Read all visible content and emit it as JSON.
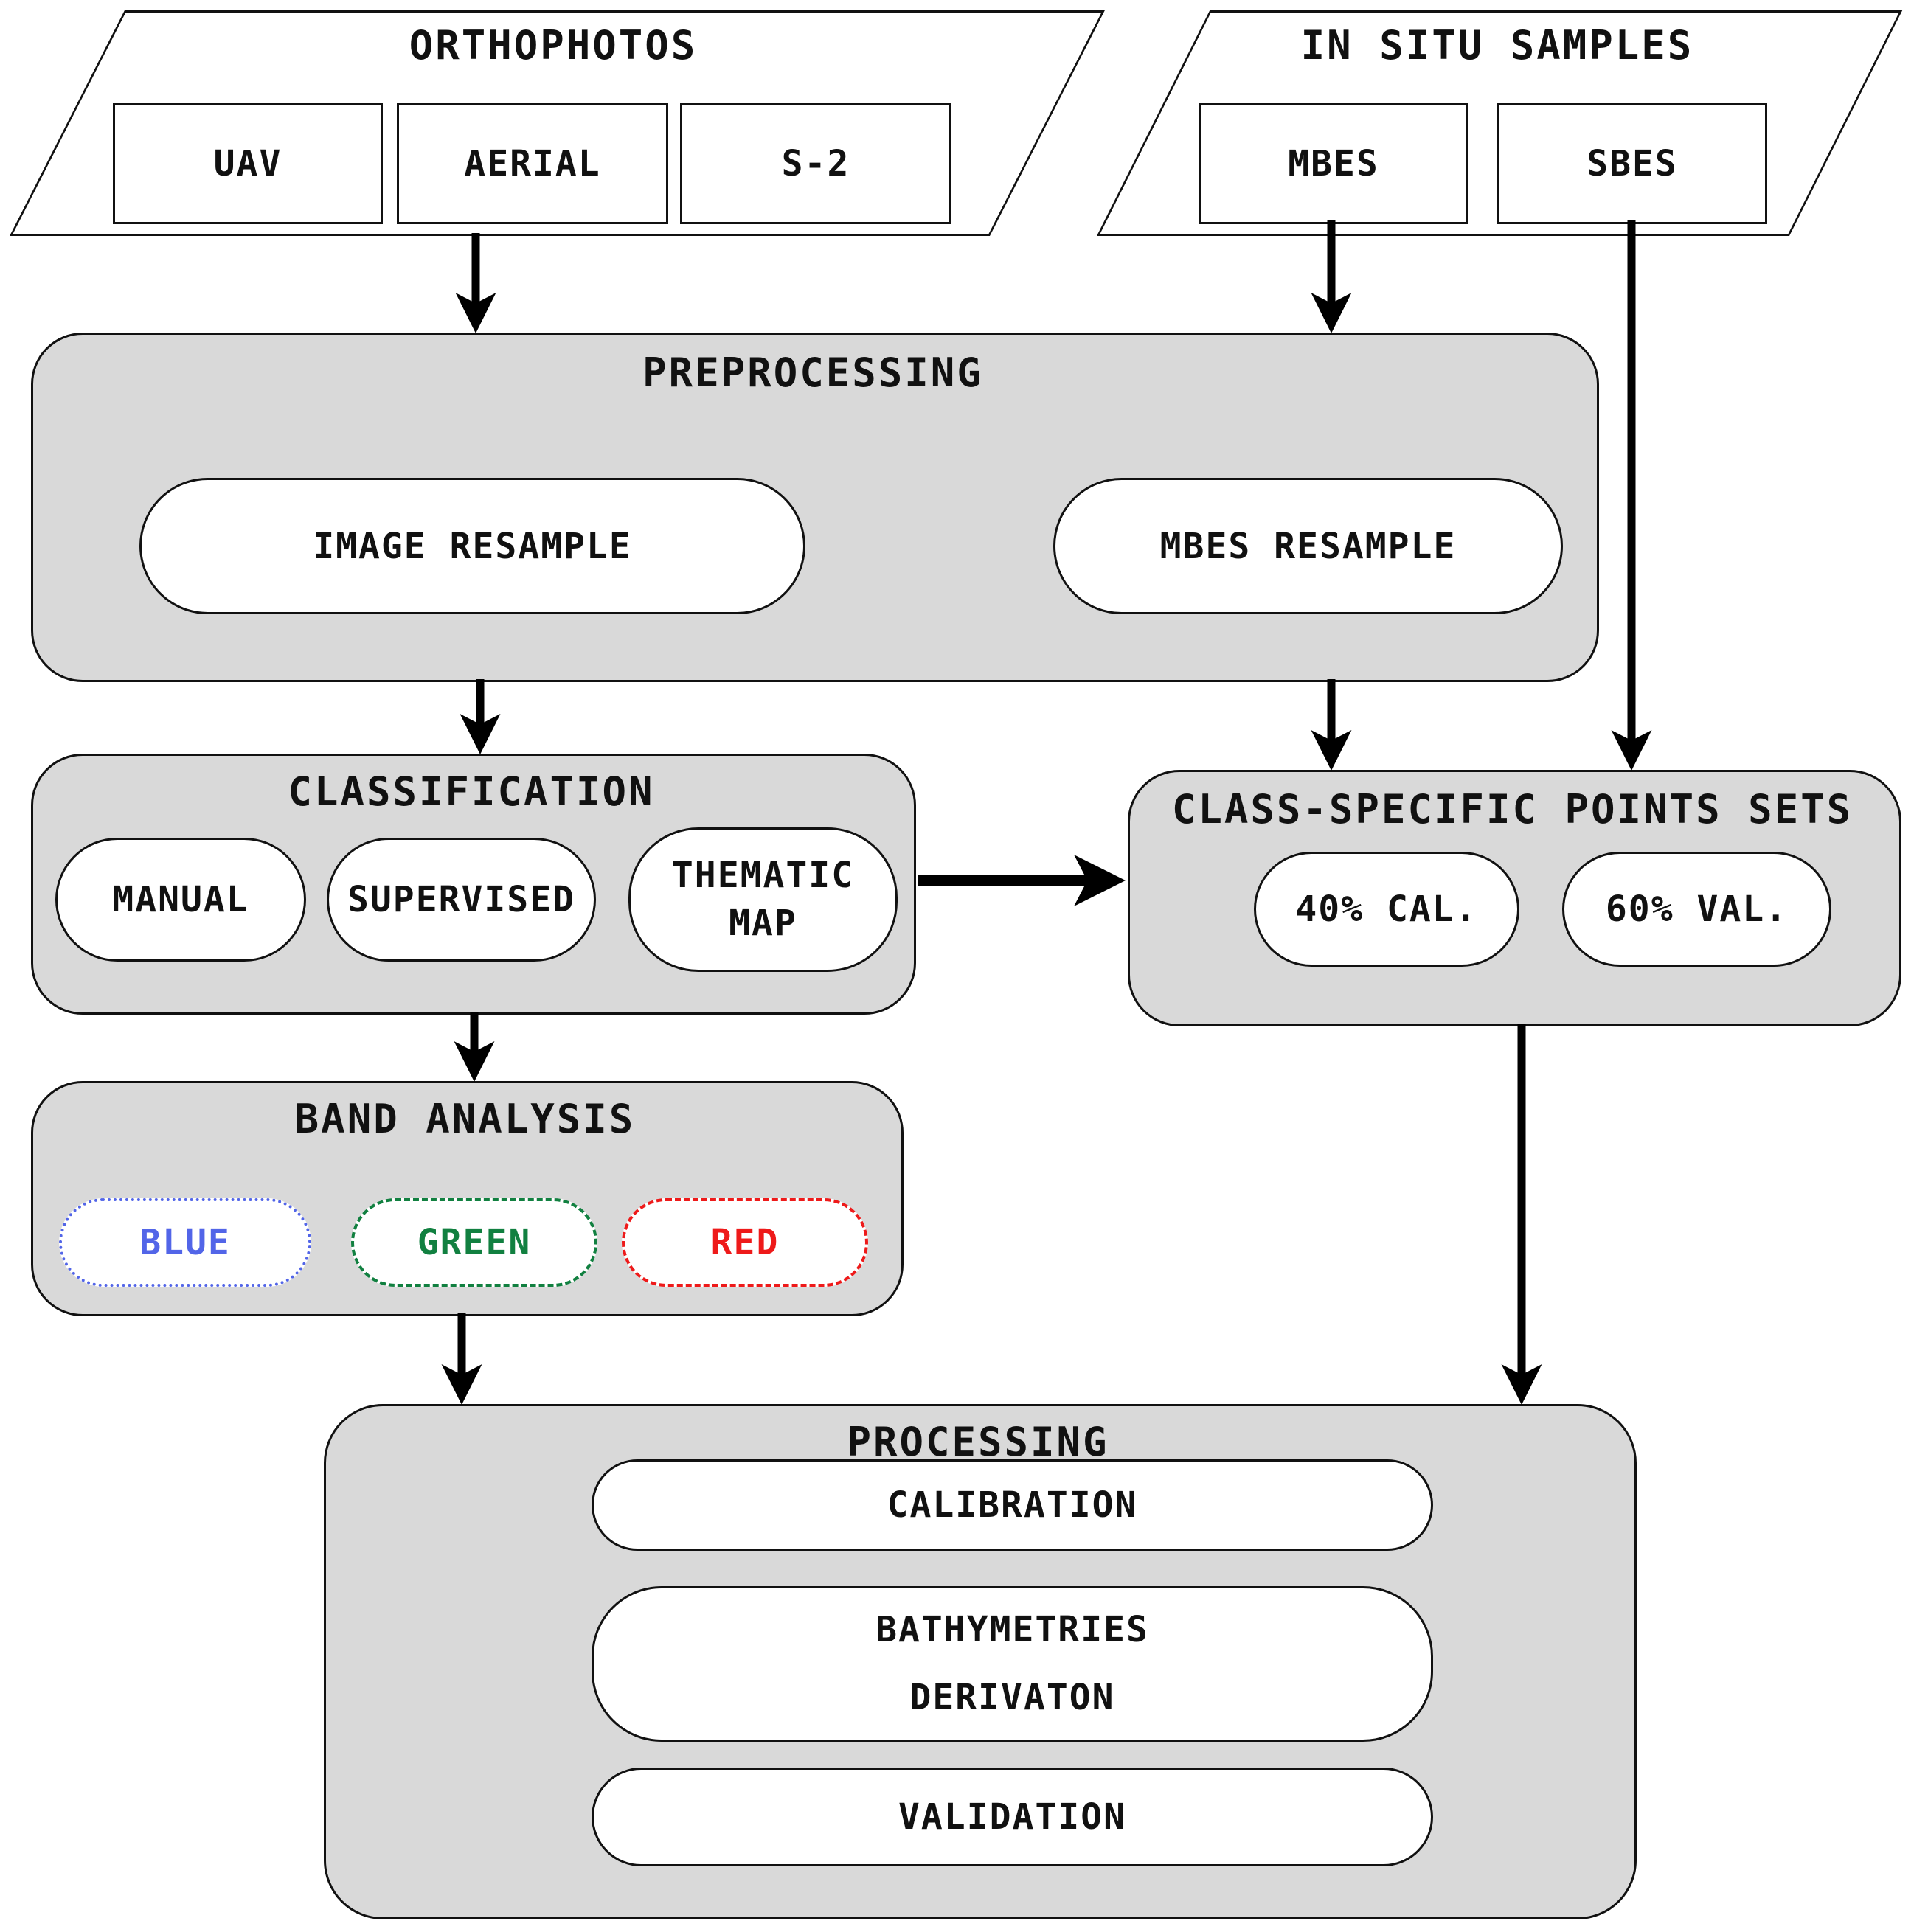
{
  "colors": {
    "block_fill": "#d9d9d9",
    "outline": "#111111",
    "blue": "#5265e8",
    "green": "#118040",
    "red": "#ee1a1a"
  },
  "orthophotos": {
    "title": "ORTHOPHOTOS",
    "items": [
      {
        "label": "UAV"
      },
      {
        "label": "AERIAL"
      },
      {
        "label": "S-2"
      }
    ]
  },
  "in_situ": {
    "title": "IN SITU SAMPLES",
    "items": [
      {
        "label": "MBES"
      },
      {
        "label": "SBES"
      }
    ]
  },
  "preprocessing": {
    "title": "PREPROCESSING",
    "pills": [
      {
        "label": "IMAGE RESAMPLE"
      },
      {
        "label": "MBES RESAMPLE"
      }
    ]
  },
  "classification": {
    "title": "CLASSIFICATION",
    "pills": [
      {
        "label": "MANUAL"
      },
      {
        "label": "SUPERVISED"
      },
      {
        "line1": "THEMATIC",
        "line2": "MAP"
      }
    ]
  },
  "points_sets": {
    "title": "CLASS-SPECIFIC POINTS SETS",
    "pills": [
      {
        "label": "40% CAL."
      },
      {
        "label": "60% VAL."
      }
    ]
  },
  "band_analysis": {
    "title": "BAND ANALYSIS",
    "pills": [
      {
        "label": "BLUE",
        "color": "#5265e8"
      },
      {
        "label": "GREEN",
        "color": "#118040"
      },
      {
        "label": "RED",
        "color": "#ee1a1a"
      }
    ]
  },
  "processing": {
    "title": "PROCESSING",
    "pills": [
      {
        "label": "CALIBRATION"
      },
      {
        "line1": "BATHYMETRIES",
        "line2": "DERIVATON"
      },
      {
        "label": "VALIDATION"
      }
    ]
  }
}
